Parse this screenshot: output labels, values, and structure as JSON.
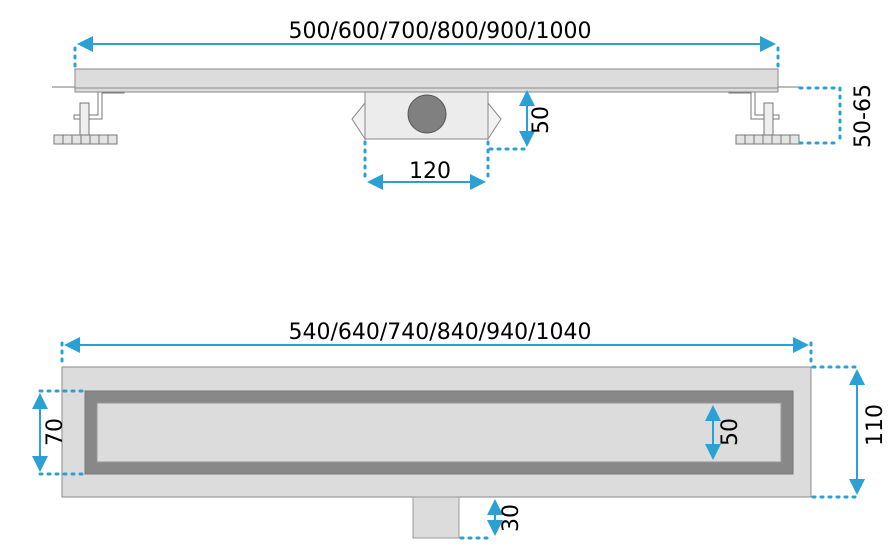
{
  "top_view": {
    "length_label": "500/600/700/800/900/1000",
    "outlet_width_label": "120",
    "outlet_height_label": "50",
    "adjust_height_label": "50-65"
  },
  "bottom_view": {
    "length_label": "540/640/740/840/940/1040",
    "frame_height_label": "70",
    "grate_height_label": "50",
    "total_height_label": "110",
    "outlet_label": "30"
  },
  "colors": {
    "dimension": "#2aa0d4",
    "plate": "#dcdcdc",
    "frame": "#888888"
  }
}
